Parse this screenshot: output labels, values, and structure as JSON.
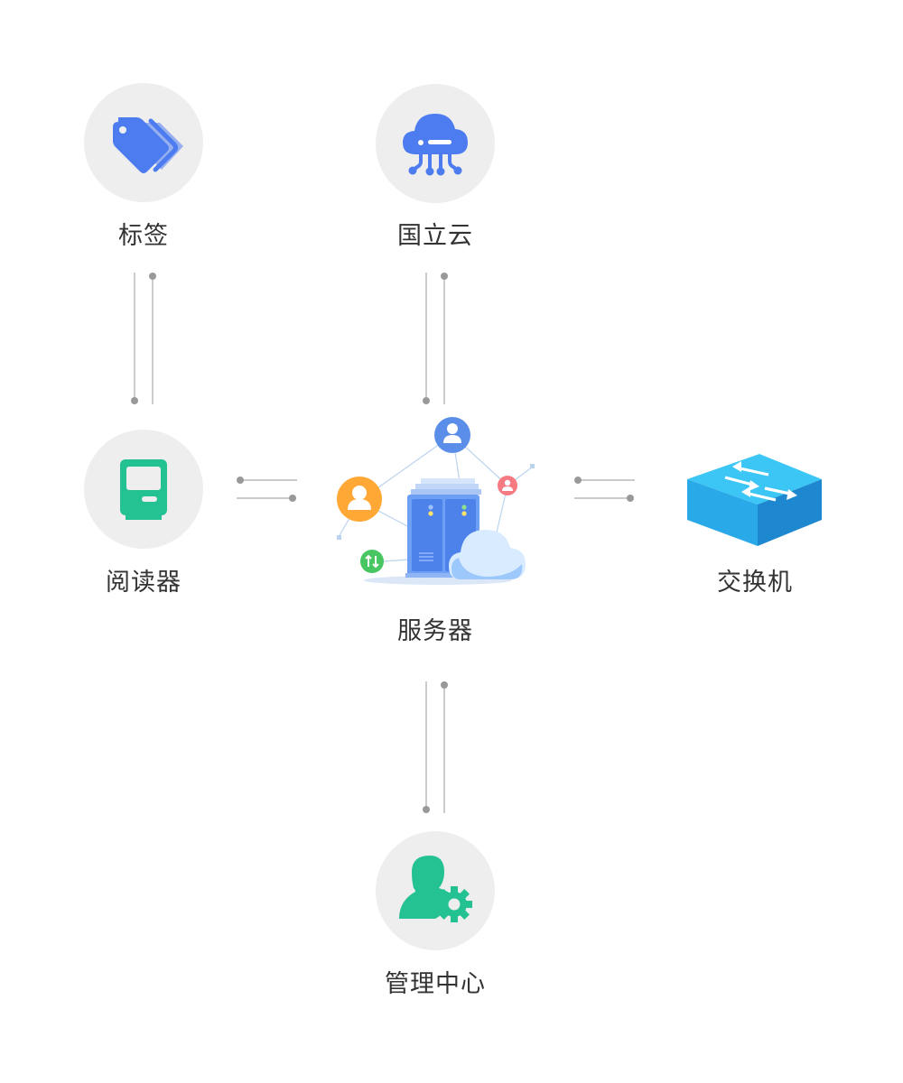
{
  "nodes": {
    "tag": {
      "label": "标签",
      "icon": "tags-icon"
    },
    "cloud": {
      "label": "国立云",
      "icon": "cloud-network-icon"
    },
    "reader": {
      "label": "阅读器",
      "icon": "reader-device-icon"
    },
    "server": {
      "label": "服务器",
      "icon": "server-cloud-icon"
    },
    "switch": {
      "label": "交换机",
      "icon": "network-switch-icon"
    },
    "management": {
      "label": "管理中心",
      "icon": "user-settings-icon"
    }
  },
  "colors": {
    "circle_bg": "#eeeeee",
    "tag_blue": "#4d7cf0",
    "green": "#24c293",
    "switch_top": "#3cc6f5",
    "switch_front": "#2aa9e8",
    "switch_side": "#1d88cf",
    "line": "#aaaaaa",
    "text": "#333333"
  }
}
